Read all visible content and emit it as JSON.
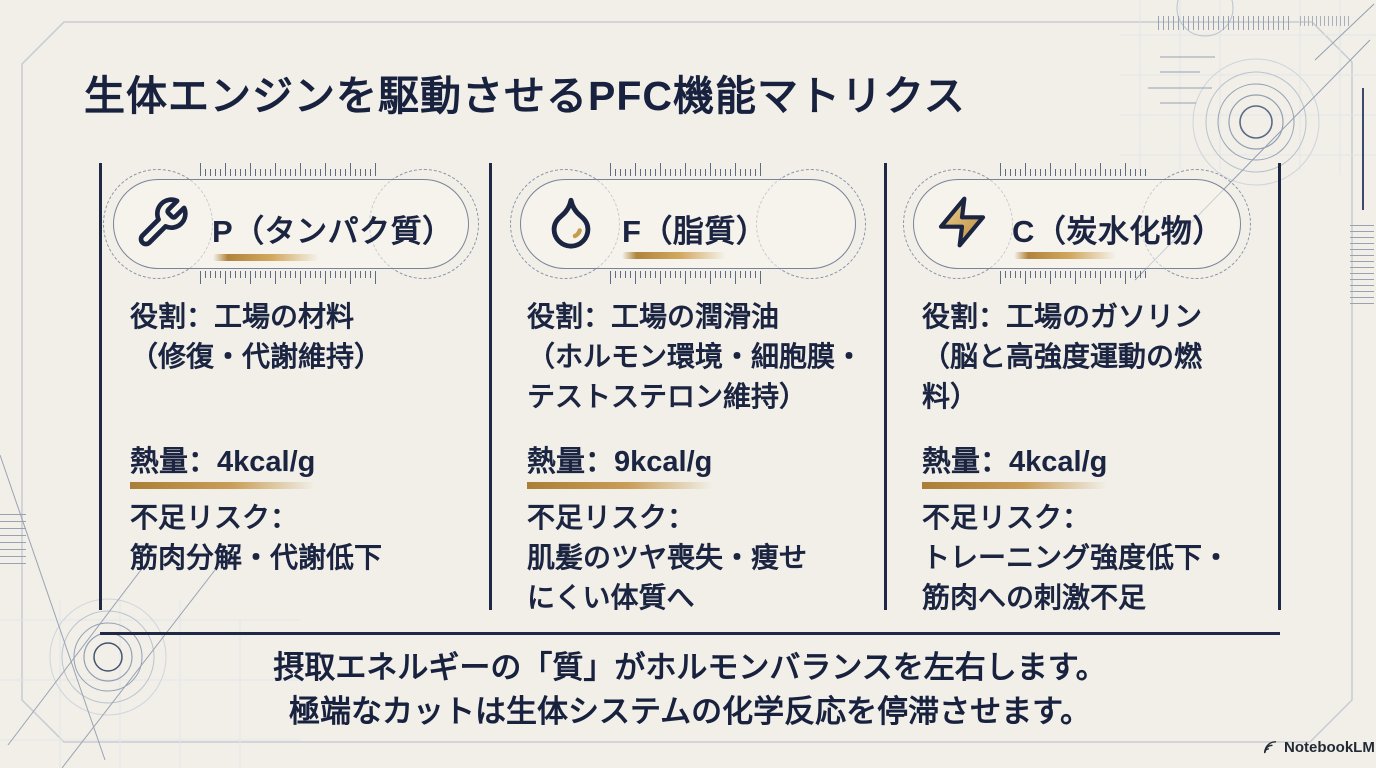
{
  "page": {
    "title": "生体エンジンを駆動させるPFC機能マトリクス",
    "footer_line1": "摂取エネルギーの「質」がホルモンバランスを左右します。",
    "footer_line2": "極端なカットは生体システムの化学反応を停滞させます。",
    "brand": "NotebookLM",
    "brand_icon": "notebooklm-logo-icon"
  },
  "columns": [
    {
      "id": "protein",
      "icon": "wrench-icon",
      "header": "P（タンパク質）",
      "role_lines": [
        "役割：工場の材料",
        "（修復・代謝維持）"
      ],
      "energy": "熱量：4kcal/g",
      "risk_lines": [
        "不足リスク：",
        "筋肉分解・代謝低下"
      ]
    },
    {
      "id": "fat",
      "icon": "droplet-icon",
      "header": "F（脂質）",
      "role_lines": [
        "役割：工場の潤滑油",
        "（ホルモン環境・細胞膜・",
        "テストステロン維持）"
      ],
      "energy": "熱量：9kcal/g",
      "risk_lines": [
        "不足リスク：",
        "肌髪のツヤ喪失・痩せ",
        "にくい体質へ"
      ]
    },
    {
      "id": "carb",
      "icon": "bolt-icon",
      "header": "C（炭水化物）",
      "role_lines": [
        "役割：工場のガソリン",
        "（脳と高強度運動の燃",
        "料）"
      ],
      "energy": "熱量：4kcal/g",
      "risk_lines": [
        "不足リスク：",
        "トレーニング強度低下・",
        "筋肉への刺激不足"
      ]
    }
  ],
  "colors": {
    "background": "#f1efe8",
    "text_navy": "#1b2440",
    "accent_gold": "#c1974e",
    "separator_navy": "#1f2845",
    "blueprint_gray": "#99a2b2"
  }
}
